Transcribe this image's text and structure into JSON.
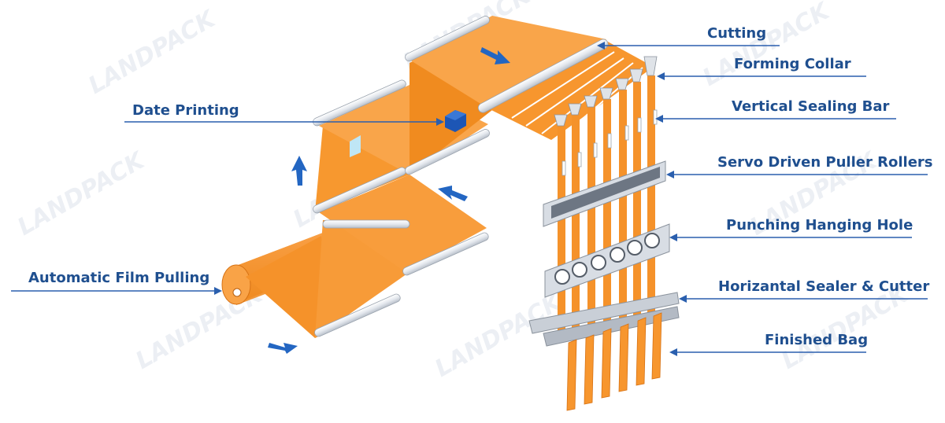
{
  "watermark": "LANDPACK",
  "labels": {
    "cutting": "Cutting",
    "forming_collar": "Forming Collar",
    "vertical_sealing_bar": "Vertical Sealing Bar",
    "servo_puller": "Servo Driven Puller Rollers",
    "punching_hole": "Punching Hanging Hole",
    "horizontal_sealer": "Horizantal Sealer & Cutter",
    "finished_bag": "Finished Bag",
    "date_printing": "Date Printing",
    "film_pulling": "Automatic Film Pulling"
  },
  "colors": {
    "film": "#f7962e",
    "film_dark": "#e07f18",
    "roller": "#eef0f4",
    "label": "#1f4f8f",
    "leader": "#2a5fae",
    "arrow": "#2366c2",
    "printer": "#1d56b5"
  }
}
